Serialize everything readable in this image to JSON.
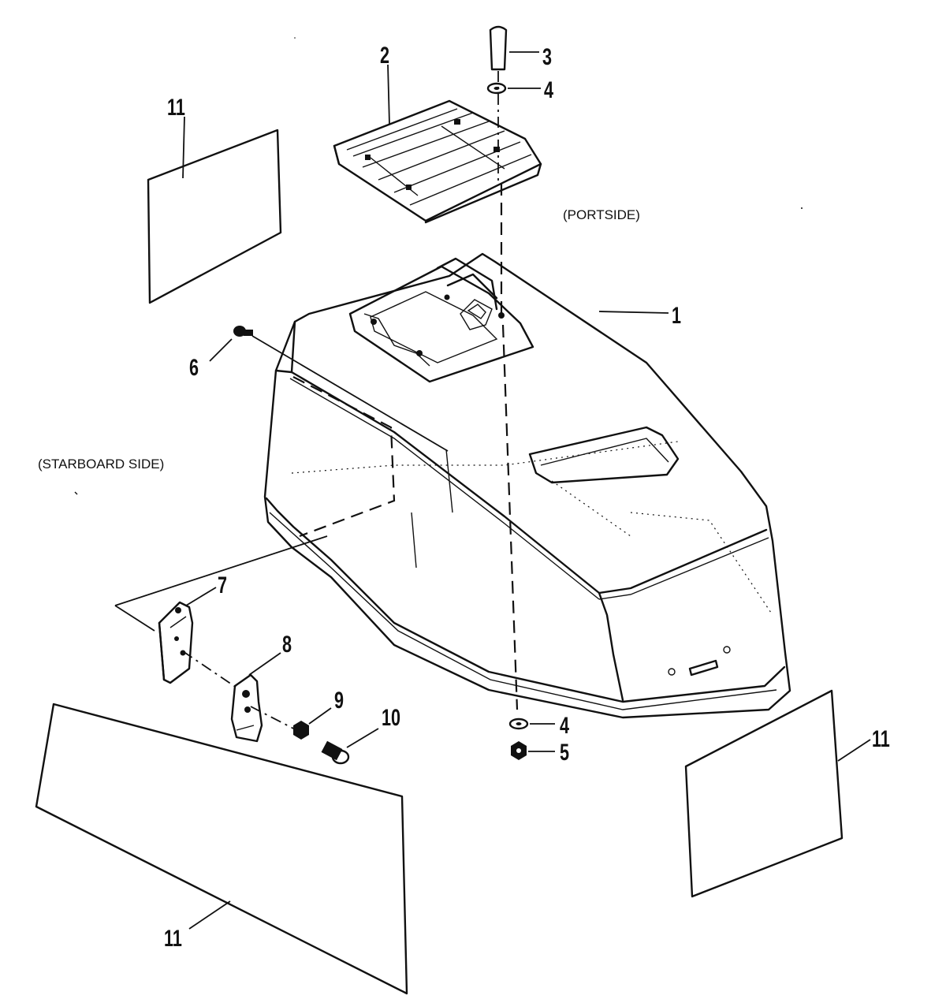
{
  "callouts": {
    "p1": "1",
    "p2": "2",
    "p3": "3",
    "p4_top": "4",
    "p4_bottom": "4",
    "p5": "5",
    "p6": "6",
    "p7": "7",
    "p8": "8",
    "p9": "9",
    "p10": "10",
    "p11_top_left": "11",
    "p11_bottom_left": "11",
    "p11_right": "11"
  },
  "side_labels": {
    "portside": "(PORTSIDE)",
    "starboard": "(STARBOARD SIDE)"
  }
}
